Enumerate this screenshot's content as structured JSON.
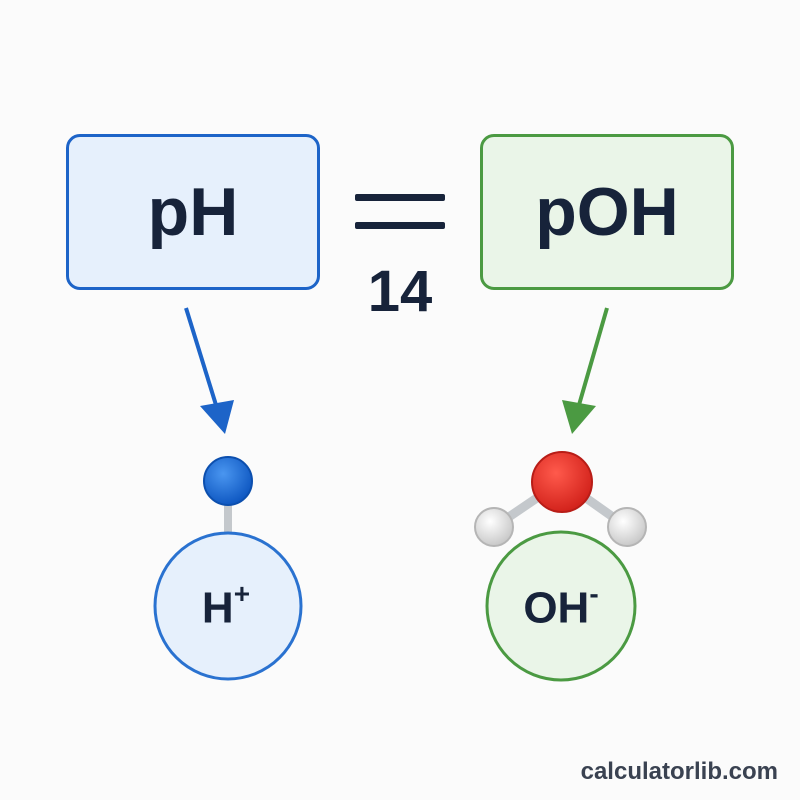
{
  "left_term": {
    "label": "pH",
    "color": "#1d64c8"
  },
  "right_term": {
    "label": "pOH",
    "color": "#4b9a42"
  },
  "operator": "=",
  "constant": "14",
  "hydrogen_ion": {
    "symbol": "H",
    "charge": "+"
  },
  "hydroxide_ion": {
    "symbol": "OH",
    "charge": "-"
  },
  "atom_colors": {
    "hydrogen_ion_atom": "#1d6fd8",
    "oxygen_atom": "#e8322a",
    "hydrogen_atom": "#e2e2e2"
  },
  "watermark": "calculatorlib.com"
}
